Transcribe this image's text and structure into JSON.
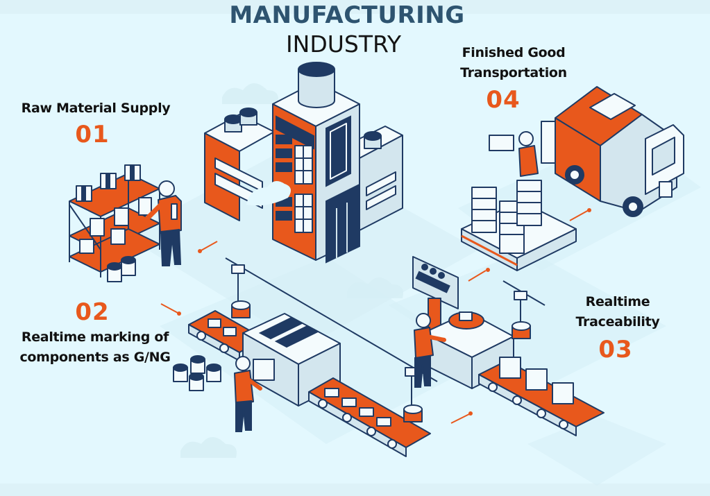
{
  "header": {
    "title": "MANUFACTURING",
    "subtitle": "INDUSTRY"
  },
  "steps": [
    {
      "number": "01",
      "label_lines": [
        "Raw Material Supply"
      ]
    },
    {
      "number": "02",
      "label_lines": [
        "Realtime marking of",
        "components as G/NG"
      ]
    },
    {
      "number": "03",
      "label_lines": [
        "Realtime",
        "Traceability"
      ]
    },
    {
      "number": "04",
      "label_lines": [
        "Finished Good",
        "Transportation"
      ]
    }
  ],
  "colors": {
    "background": "#e3f8fe",
    "title": "#2e5470",
    "accent": "#e8581c",
    "navy": "#1f3a63",
    "light": "#d3e6ee"
  },
  "illustrations": [
    "factory-building",
    "storage-rack-worker",
    "conveyor-line-marking",
    "traceability-station",
    "delivery-truck-pallets"
  ]
}
